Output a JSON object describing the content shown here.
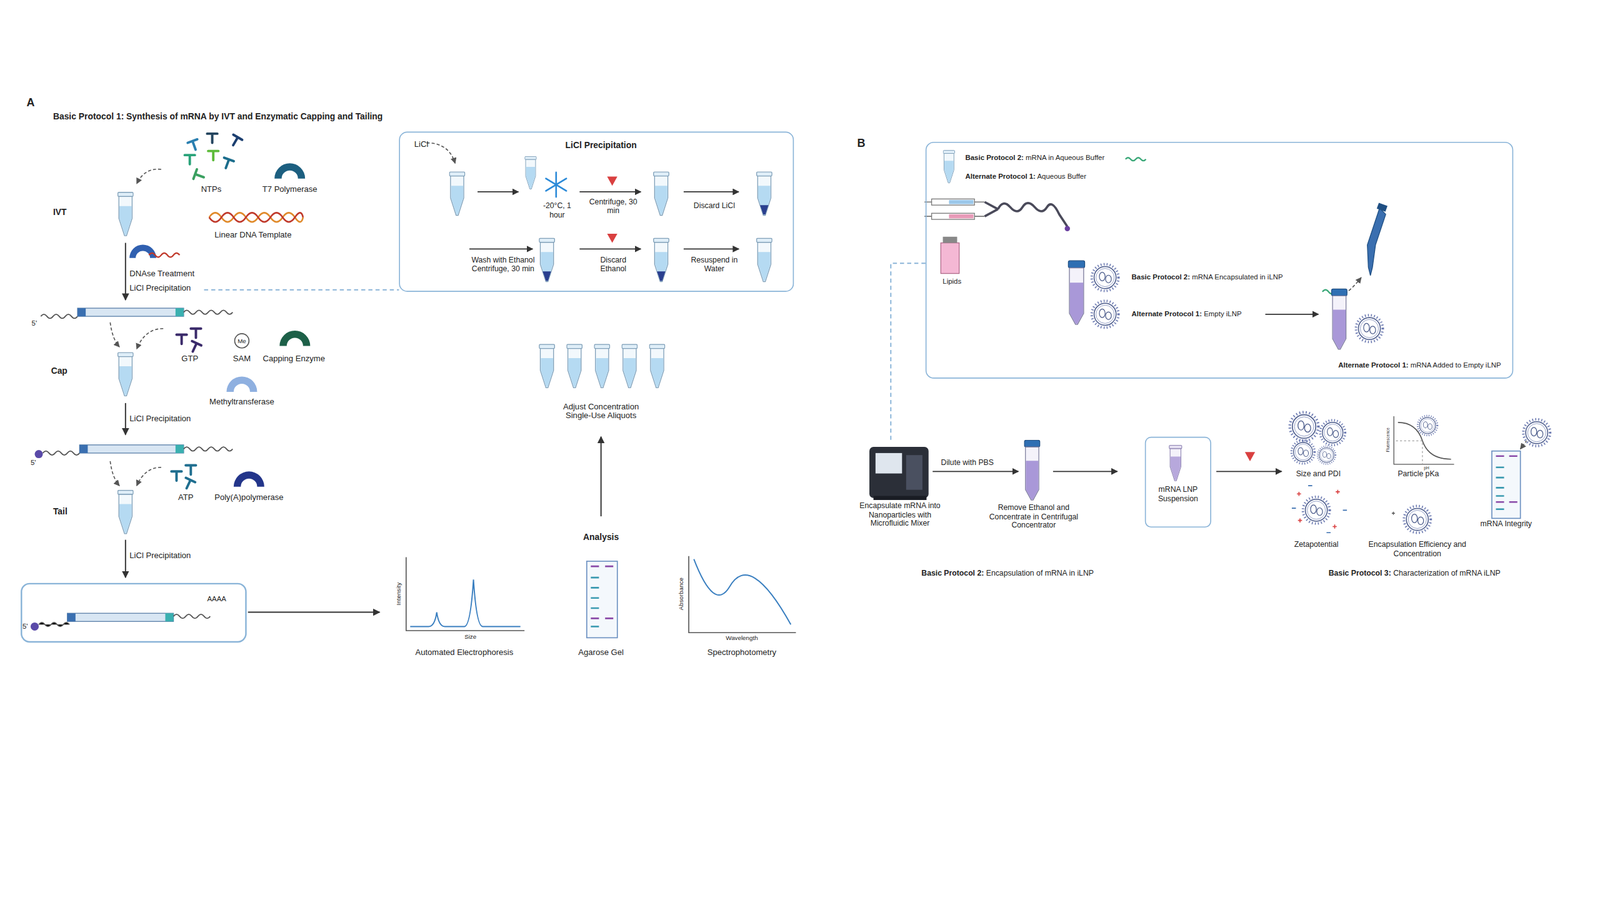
{
  "diagram": {
    "nodes": [
      {
        "text": [
          "LiCl Precipitation",
          "LiCl",
          "-20°C, 1 hour",
          "Centrifuge, 30 min",
          "Discard LiCl",
          "Wash with Ethanol Centrifuge, 30 min",
          "Discard Ethanol",
          "Resuspend in Water"
        ]
      },
      {
        "text": [
          "Basic Protocol 2: mRNA in Aqueous Buffer",
          "Alternate Protocol 1: Aqueous Buffer",
          "Lipids",
          "Basic Protocol 2: mRNA Encapsulated in iLNP",
          "Alternate Protocol 1: Empty iLNP",
          "Alternate Protocol 1: mRNA Added to Empty iLNP"
        ]
      },
      {
        "text": [
          "mRNA LNP Suspension"
        ]
      }
    ],
    "labels": [
      "A",
      "Basic Protocol 1: Synthesis of mRNA by IVT and Enzymatic Capping and Tailing",
      "NTPs",
      "T7 Polymerase",
      "IVT",
      "Linear DNA Template",
      "DNAse Treatment",
      "LiCl Precipitation",
      "5'",
      "GTP",
      "Me",
      "SAM",
      "Capping Enzyme",
      "Cap",
      "Methyltransferase",
      "LiCl Precipitation",
      "5'",
      "ATP",
      "Poly(A)polymerase",
      "Tail",
      "LiCl Precipitation",
      "5'",
      "AAAA",
      "Intensity",
      "Size",
      "Automated Electrophoresis",
      "Agarose Gel",
      "Absorbance",
      "Wavelength",
      "Spectrophotometry",
      "Analysis",
      "Adjust Concentration Single-Use Aliquots",
      "B",
      "Encapsulate mRNA into Nanoparticles with Microfluidic Mixer",
      "Dilute with PBS",
      "Remove Ethanol and Concentrate in Centrifugal Concentrator",
      "Size and PDI",
      "Fluorescence",
      "pH",
      "Particle pKa",
      "Zetapotential",
      "Encapsulation Efficiency and Concentration",
      "mRNA Integrity",
      "Basic Protocol 2: Encapsulation of mRNA in iLNP",
      "Basic Protocol 3: Characterization of mRNA iLNP"
    ]
  }
}
